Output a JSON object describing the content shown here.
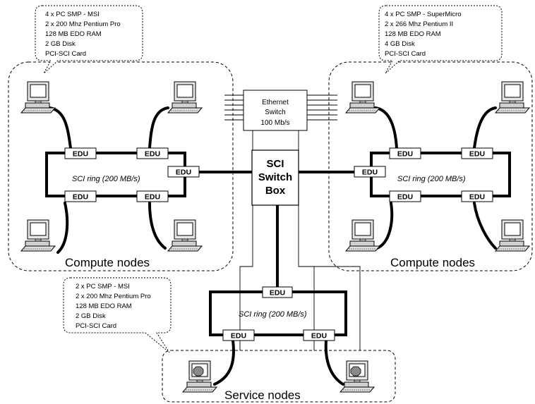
{
  "callouts": {
    "left": [
      "4 x PC SMP - MSI",
      "2 x 200 Mhz Pentium Pro",
      "128 MB EDO RAM",
      "2 GB Disk",
      "PCI-SCI Card"
    ],
    "right": [
      "4 x PC SMP - SuperMicro",
      "2 x 266 Mhz Pentium II",
      "128 MB EDO RAM",
      "4 GB Disk",
      "PCI-SCI Card"
    ],
    "service": [
      "2 x PC SMP - MSI",
      "2 x 200 Mhz Pentium Pro",
      "128 MB EDO RAM",
      "2 GB Disk",
      "PCI-SCI Card"
    ]
  },
  "ethernet": {
    "line1": "Ethernet",
    "line2": "Switch",
    "line3": "100 Mb/s"
  },
  "sci_switch": {
    "line1": "SCI",
    "line2": "Switch",
    "line3": "Box"
  },
  "edu_label": "EDU",
  "rings": {
    "left": "SCI ring (200 MB/s)",
    "right": "SCI ring (200 MB/s)",
    "bottom": "SCI ring (200 MB/s)"
  },
  "groups": {
    "left": "Compute nodes",
    "right": "Compute nodes",
    "bottom": "Service nodes"
  }
}
